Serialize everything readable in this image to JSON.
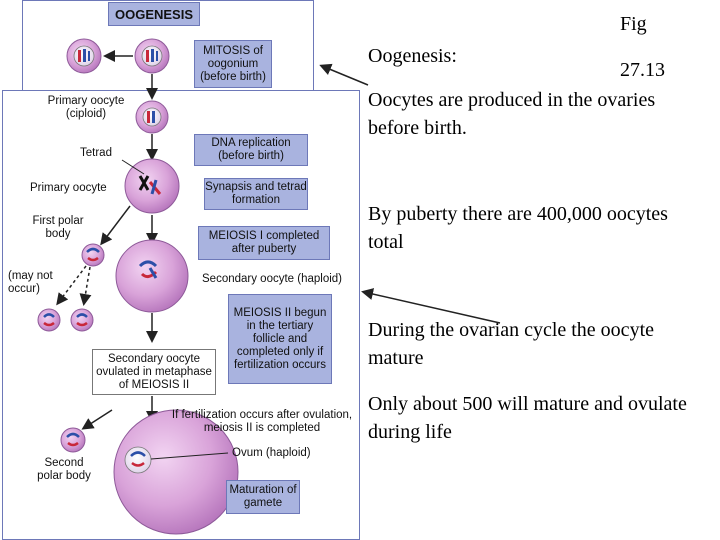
{
  "right_text": {
    "fig": "Fig",
    "title": "Oogenesis:",
    "fig_number": "27.13",
    "p1": "Oocytes are produced in the ovaries before birth.",
    "p2": "By puberty there are 400,000 oocytes total",
    "p3": "During the ovarian cycle the oocyte mature",
    "p4": "Only about 500 will mature and ovulate during life"
  },
  "diagram": {
    "header": "OOGENESIS",
    "mitosis_box": "MITOSIS of oogonium (before birth)",
    "primary_oocyte_ciploid": "Primary oocyte (ciploid)",
    "dna_box": "DNA replication (before birth)",
    "tetrad": "Tetrad",
    "primary_oocyte": "Primary oocyte",
    "synapsis_box": "Synapsis and tetrad formation",
    "first_polar_body": "First polar body",
    "meiosis1_box": "MEIOSIS I completed after puberty",
    "may_not_occur": "(may not occur)",
    "secondary_oocyte_haploid": "Secondary oocyte (haploid)",
    "meiosis2_box": "MEIOSIS II begun in the tertiary follicle and completed only if fertilization occurs",
    "ovulated_box": "Secondary oocyte ovulated in metaphase of MEIOSIS II",
    "fertilization_note": "If fertilization occurs after ovulation, meiosis II is completed",
    "second_polar_body": "Second polar body",
    "ovum": "Ovum (haploid)",
    "maturation_box": "Maturation of gamete"
  },
  "colors": {
    "cell_fill": "#d9a3d9",
    "cell_stroke": "#8e5a99",
    "box_fill": "#a9b3df",
    "chrom_blue": "#2c4fa8",
    "chrom_red": "#c8283a"
  }
}
